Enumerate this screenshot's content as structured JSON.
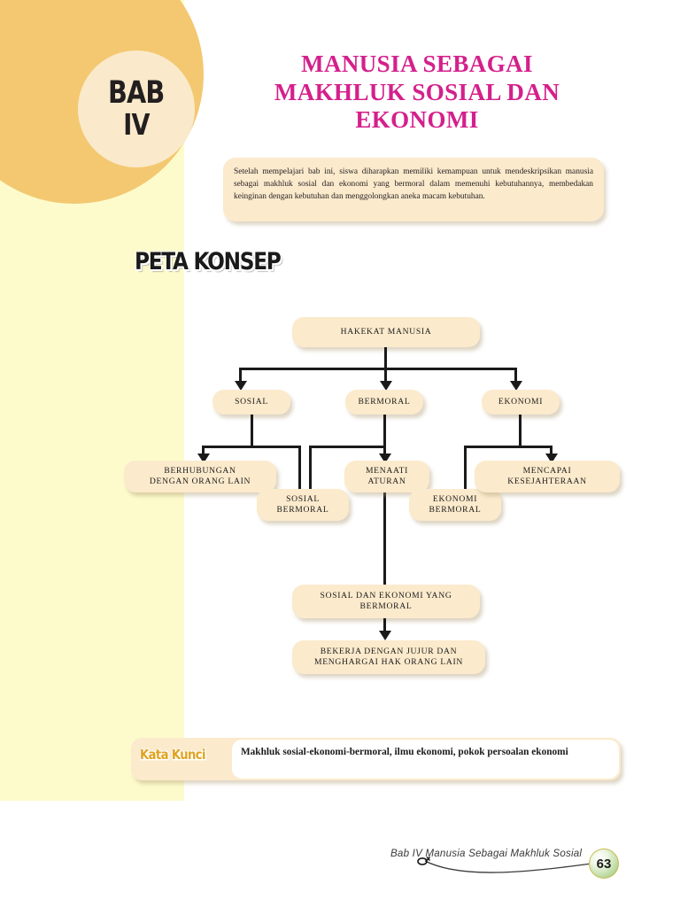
{
  "chapter": {
    "bab_word": "BAB",
    "bab_number": "IV",
    "title_line1": "MANUSIA SEBAGAI",
    "title_line2": "MAKHLUK SOSIAL DAN",
    "title_line3": "EKONOMI"
  },
  "intro": {
    "text": "Setelah mempelajari bab ini, siswa diharapkan memiliki kemampuan untuk mendeskripsikan manusia sebagai makhluk sosial dan ekonomi yang bermoral dalam memenuhi kebutuhannya, membedakan keinginan dengan kebutuhan dan menggolongkan aneka macam kebutuhan."
  },
  "section": {
    "concept_map_heading": "PETA KONSEP"
  },
  "concept_map": {
    "root": "HAKEKAT MANUSIA",
    "level2": [
      "SOSIAL",
      "BERMORAL",
      "EKONOMI"
    ],
    "level3": [
      "BERHUBUNGAN\nDENGAN ORANG LAIN",
      "SOSIAL\nBERMORAL",
      "MENAATI\nATURAN",
      "EKONOMI\nBERMORAL",
      "MENCAPAI\nKESEJAHTERAAN"
    ],
    "nodes": {
      "root": "HAKEKAT MANUSIA",
      "sosial": "SOSIAL",
      "bermoral": "BERMORAL",
      "ekonomi": "EKONOMI",
      "berhubungan_l1": "BERHUBUNGAN",
      "berhubungan_l2": "DENGAN ORANG LAIN",
      "sosial_bermoral_l1": "SOSIAL",
      "sosial_bermoral_l2": "BERMORAL",
      "menaati_l1": "MENAATI",
      "menaati_l2": "ATURAN",
      "ekonomi_bermoral_l1": "EKONOMI",
      "ekonomi_bermoral_l2": "BERMORAL",
      "mencapai_l1": "MENCAPAI",
      "mencapai_l2": "KESEJAHTERAAN",
      "sosek_l1": "SOSIAL DAN EKONOMI YANG",
      "sosek_l2": "BERMORAL",
      "bekerja_l1": "BEKERJA DENGAN JUJUR DAN",
      "bekerja_l2": "MENGHARGAI HAK ORANG LAIN"
    }
  },
  "kata_kunci": {
    "label": "Kata Kunci",
    "text": "Makhluk sosial-ekonomi-bermoral, ilmu ekonomi, pokok persoalan ekonomi"
  },
  "footer": {
    "caption": "Bab IV Manusia Sebagai Makhluk Sosial",
    "page_number": "63"
  },
  "colors": {
    "title_pink": "#d4208c",
    "corner_orange": "#f3c871",
    "band_yellow": "#fdfbcc",
    "box_cream": "#fbeacc",
    "kata_kunci_gold": "#e0a320",
    "line_black": "#1a1a1a"
  }
}
